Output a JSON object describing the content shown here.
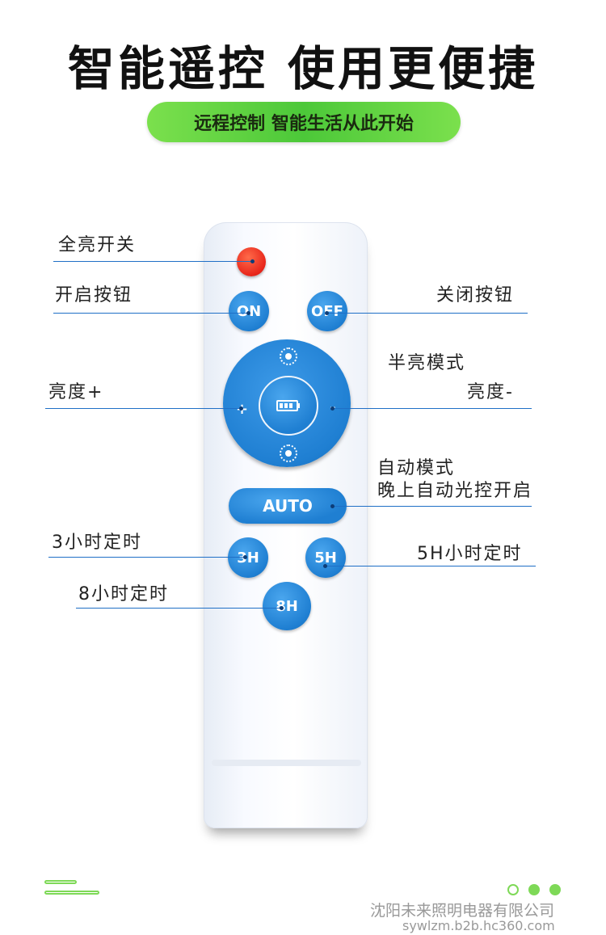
{
  "title": "智能遥控  使用更便捷",
  "subtitle": "远程控制  智能生活从此开始",
  "buttons": {
    "on": "ON",
    "off": "OFF",
    "auto": "AUTO",
    "three_h": "3H",
    "five_h": "5H",
    "eight_h": "8H"
  },
  "labels": {
    "full_bright": "全亮开关",
    "on_button": "开启按钮",
    "off_button": "关闭按钮",
    "half_bright": "半亮模式",
    "brightness_up": "亮度+",
    "brightness_down": "亮度-",
    "auto_mode_line1": "自动模式",
    "auto_mode_line2": "晚上自动光控开启",
    "timer_3h": "3小时定时",
    "timer_5h": "5H小时定时",
    "timer_8h": "8小时定时"
  },
  "footer": {
    "company": "沈阳未来照明电器有限公司",
    "url": "sywlzm.b2b.hc360.com"
  },
  "colors": {
    "accent_blue": "#1f7fd2",
    "power_red": "#e8251a",
    "pill_green": "#4cc839",
    "leader_line": "#1f6fc6"
  },
  "icons": {
    "dpad_center": "battery-icon",
    "dpad_top": "sun-icon",
    "dpad_bottom": "sun-icon"
  }
}
